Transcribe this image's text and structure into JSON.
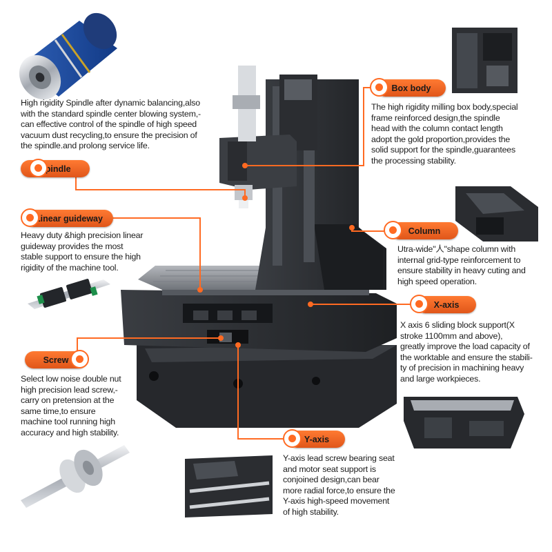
{
  "callouts": {
    "spindle": {
      "label": "Spindle",
      "text": "High rigidity Spindle after dynamic balancing,also\nwith the standard spindle center blowing system,-\ncan effective control of the spindle of high speed\nvacuum dust recycling,to ensure the precision of\nthe spindle.and prolong service life."
    },
    "box_body": {
      "label": "Box body",
      "text": "The high rigidity milling box body,special\nframe reinforced design,the spindle\nhead with the column contact length\nadopt the gold proportion,provides the\nsolid support for the spindle,guarantees\nthe processing stability."
    },
    "linear_guideway": {
      "label": "Linear guideway",
      "text": "Heavy duty &high precision linear\nguideway provides the most\nstable support to ensure the high\nrigidity of the machine tool."
    },
    "column": {
      "label": "Column",
      "text": "Utra-wide\"人\"shape column with\ninternal grid-type reinforcement to\nensure stability in heavy cuting and\nhigh speed operation."
    },
    "x_axis": {
      "label": "X-axis",
      "text": "X axis 6 sliding block support(X\nstroke 1100mm and above),\ngreatly improve the load capacity of\nthe worktable and ensure the stabili-\nty of precision in machining heavy\nand large workpieces."
    },
    "screw": {
      "label": "Screw",
      "text": "Select low noise double nut\nhigh precision lead screw,-\ncarry on pretension at the\nsame time,to ensure\nmachine tool running high\naccuracy and high stability."
    },
    "y_axis": {
      "label": "Y-axis",
      "text": "Y-axis lead screw bearing seat\nand motor seat support is\nconjoined design,can bear\nmore radial force,to ensure the\nY-axis high-speed movement\nof high stability."
    }
  },
  "colors": {
    "accent": "#ff6a22",
    "machine_body": "#2a2c30",
    "table_steel": "#8e9299"
  },
  "images": [
    "spindle-photo",
    "box-body-photo",
    "column-photo",
    "linear-guideway-photo",
    "x-axis-saddle-photo",
    "ball-screw-photo",
    "y-axis-base-photo",
    "vertical-machining-center-render"
  ]
}
